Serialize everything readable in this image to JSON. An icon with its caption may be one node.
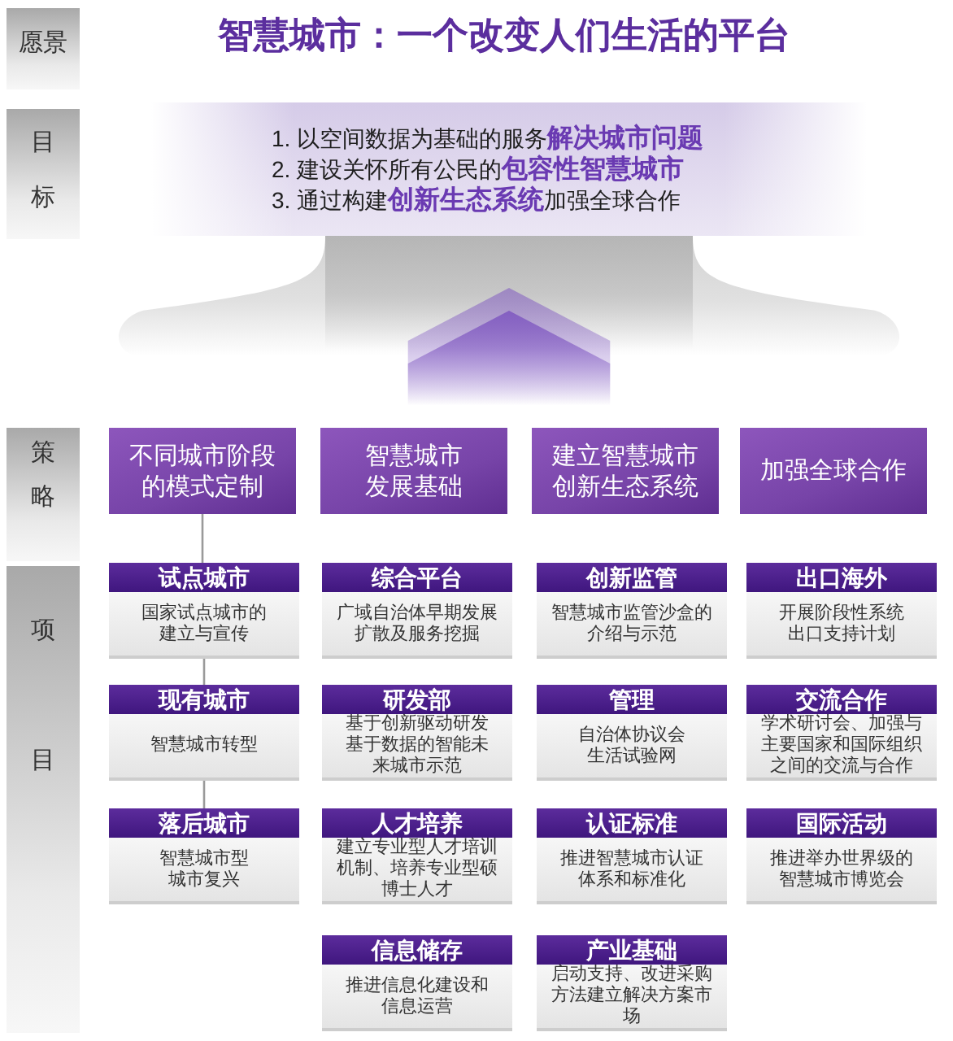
{
  "diagram": {
    "title": "智慧城市：一个改变人们生活的平台",
    "nodes": [
      {
        "text": [
          "愿景"
        ]
      },
      {
        "text": [
          "目标"
        ]
      },
      {
        "text": [
          "1. 以空间数据为基础的服务**解决城市问题**",
          "2. 建设关怀所有公民的**包容性智慧城市**",
          "3. 通过构建**创新生态系统**加强全球合作"
        ]
      },
      {
        "text": [
          "策略"
        ]
      },
      {
        "text": [
          "不同城市阶段的模式定制"
        ]
      },
      {
        "text": [
          "智慧城市发展基础"
        ]
      },
      {
        "text": [
          "建立智慧城市创新生态系统"
        ]
      },
      {
        "text": [
          "加强全球合作"
        ]
      },
      {
        "text": [
          "项目"
        ]
      },
      {
        "text": [
          "试点城市",
          "国家试点城市的建立与宣传"
        ]
      },
      {
        "text": [
          "综合平台",
          "广域自治体早期发展扩散及服务挖掘"
        ]
      },
      {
        "text": [
          "创新监管",
          "智慧城市监管沙盒的介绍与示范"
        ]
      },
      {
        "text": [
          "出口海外",
          "开展阶段性系统出口支持计划"
        ]
      },
      {
        "text": [
          "现有城市",
          "智慧城市转型"
        ]
      },
      {
        "text": [
          "研发部",
          "基于创新驱动研发基于数据的智能未来城市示范"
        ]
      },
      {
        "text": [
          "管理",
          "自治体协议会生活试验网"
        ]
      },
      {
        "text": [
          "交流合作",
          "学术研讨会、加强与主要国家和国际组织之间的交流与合作"
        ]
      },
      {
        "text": [
          "落后城市",
          "智慧城市型城市复兴"
        ]
      },
      {
        "text": [
          "人才培养",
          "建立专业型人才培训机制、培养专业型硕博士人才"
        ]
      },
      {
        "text": [
          "认证标准",
          "推进智慧城市认证体系和标准化"
        ]
      },
      {
        "text": [
          "国际活动",
          "推进举办世界级的智慧城市博览会"
        ]
      },
      {
        "text": [
          "信息储存",
          "推进信息化建设和信息运营"
        ]
      },
      {
        "text": [
          "产业基础",
          "启动支持、改进采购方法建立解决方案市场"
        ]
      }
    ],
    "edges": [
      {
        "from": null,
        "to": 2,
        "arrow": "to",
        "style": "thick"
      },
      {
        "from": 4,
        "to": 9,
        "arrow": "none"
      },
      {
        "from": 9,
        "to": 13,
        "arrow": "none"
      },
      {
        "from": 13,
        "to": 17,
        "arrow": "none"
      }
    ]
  }
}
